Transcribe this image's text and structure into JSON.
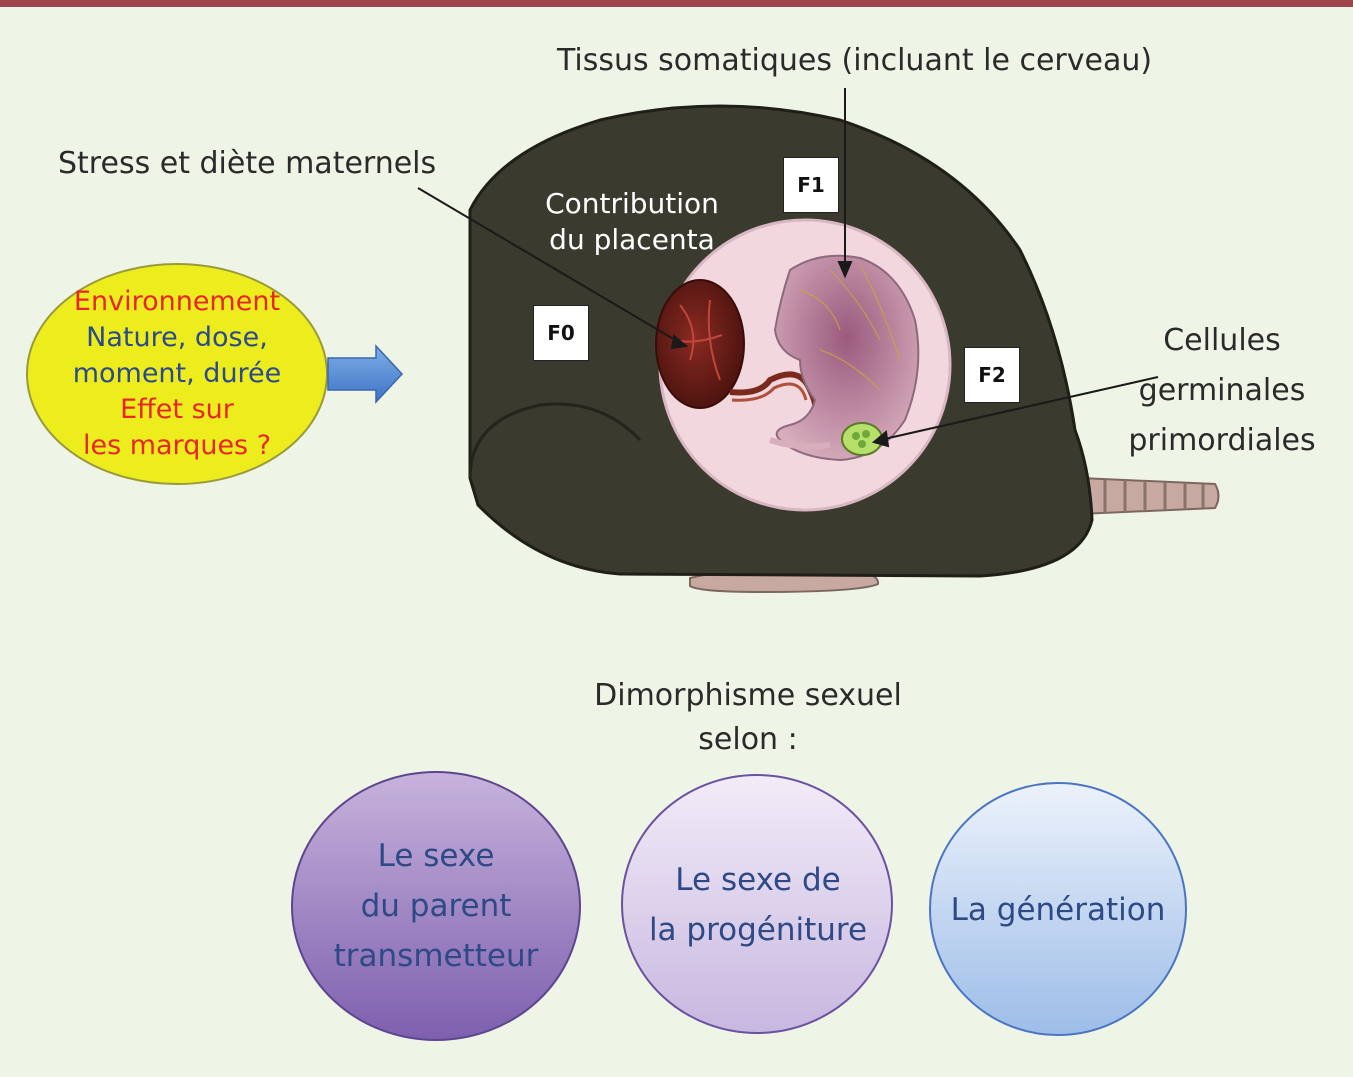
{
  "labels": {
    "tissus": "Tissus somatiques (incluant le cerveau)",
    "stress": "Stress et diète maternels",
    "contribution_line1": "Contribution",
    "contribution_line2": "du placenta",
    "cellules_line1": "Cellules",
    "cellules_line2": "germinales",
    "cellules_line3": "primordiales"
  },
  "generations": {
    "f0": "F0",
    "f1": "F1",
    "f2": "F2"
  },
  "environment": {
    "line1": "Environnement",
    "line2": "Nature, dose,",
    "line3": "moment, durée",
    "line4": "Effet sur",
    "line5": "les marques ?"
  },
  "dimorphism": {
    "title_line1": "Dimorphisme sexuel",
    "title_line2": "selon :",
    "circles": [
      {
        "lines": [
          "Le sexe",
          "du parent",
          "transmetteur"
        ]
      },
      {
        "lines": [
          "Le sexe de",
          "la progéniture"
        ]
      },
      {
        "lines": [
          "La génération"
        ]
      }
    ]
  },
  "colors": {
    "background": "#eef5e6",
    "top_bar": "#a0444e",
    "mouse_body": "#3b3a2e",
    "uterus": "#f3d7df",
    "environment_circle": "#eded1e",
    "environment_red_text": "#e8262a",
    "environment_blue_text": "#2b4a8e",
    "arrow": "#5b8ed6",
    "circle_purple_dark": "#8266b3",
    "circle_purple_light": "#d5c7e8",
    "circle_blue": "#a9c4ea",
    "circle_text": "#2e4a86"
  }
}
